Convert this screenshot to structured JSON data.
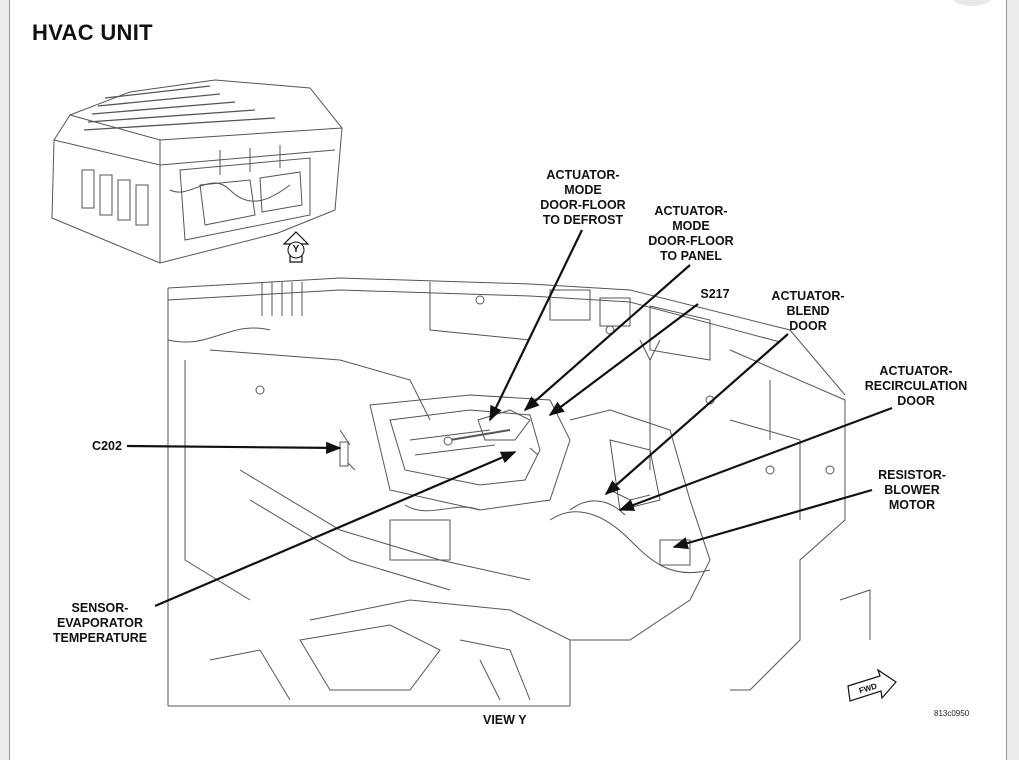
{
  "title": "HVAC UNIT",
  "view_marker": "Y",
  "fwd_marker": "FWD",
  "view_caption": "VIEW Y",
  "figure_id": "813c0950",
  "callouts": {
    "mode_defrost": [
      "ACTUATOR-",
      "MODE",
      "DOOR-FLOOR",
      "TO DEFROST"
    ],
    "mode_panel": [
      "ACTUATOR-",
      "MODE",
      "DOOR-FLOOR",
      "TO PANEL"
    ],
    "s217": [
      "S217"
    ],
    "blend": [
      "ACTUATOR-",
      "BLEND",
      "DOOR"
    ],
    "recirc": [
      "ACTUATOR-",
      "RECIRCULATION",
      "DOOR"
    ],
    "resistor": [
      "RESISTOR-",
      "BLOWER",
      "MOTOR"
    ],
    "c202": [
      "C202"
    ],
    "sensor": [
      "SENSOR-",
      "EVAPORATOR",
      "TEMPERATURE"
    ]
  },
  "colors": {
    "ink": "#111111",
    "line_art": "#555555",
    "page": "#ffffff"
  }
}
